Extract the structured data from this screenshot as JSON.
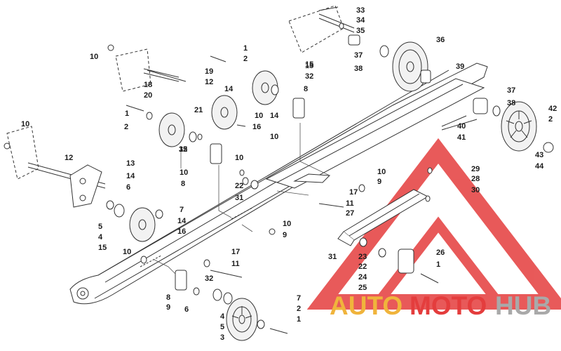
{
  "diagram": {
    "callout_color": "#1a1a1a",
    "line_color": "#333333",
    "part_fill": "#f2f2f2",
    "callouts": [
      "33",
      "34",
      "35",
      "36",
      "37",
      "38",
      "39",
      "10",
      "1",
      "2",
      "19",
      "18",
      "12",
      "20",
      "21",
      "15",
      "32",
      "8",
      "14",
      "1",
      "2",
      "16",
      "14",
      "10",
      "15",
      "10",
      "37",
      "38",
      "42",
      "2",
      "40",
      "41",
      "43",
      "44",
      "10",
      "12",
      "13",
      "14",
      "6",
      "5",
      "4",
      "15",
      "7",
      "14",
      "16",
      "32",
      "15",
      "10",
      "8",
      "10",
      "22",
      "31",
      "10",
      "9",
      "17",
      "11",
      "27",
      "29",
      "28",
      "30",
      "10",
      "9",
      "10",
      "17",
      "11",
      "8",
      "9",
      "32",
      "6",
      "4",
      "5",
      "3",
      "7",
      "2",
      "1",
      "31",
      "23",
      "22",
      "24",
      "25",
      "26",
      "1"
    ]
  },
  "watermark": {
    "part1": "AUTO",
    "part2": "MOTO",
    "part3": "HUB",
    "color_orange": "#f0b43c",
    "color_red": "#e43d3d",
    "color_gray": "#a9a9a9"
  }
}
